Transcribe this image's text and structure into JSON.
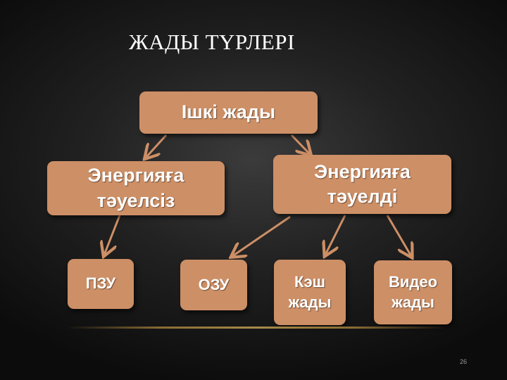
{
  "slide": {
    "title": "ЖАДЫ ТҮРЛЕРІ",
    "page_number": "26"
  },
  "diagram": {
    "nodes": {
      "root": {
        "label": "Ішкі жады"
      },
      "independent": {
        "line1": "Энергияға",
        "line2": "тәуелсіз"
      },
      "dependent": {
        "line1": "Энергияға",
        "line2": "тәуелді"
      },
      "pzu": {
        "label": "ПЗУ"
      },
      "ozu": {
        "label": "ОЗУ"
      },
      "cache": {
        "line1": "Кэш",
        "line2": "жады"
      },
      "video": {
        "line1": "Видео",
        "line2": "жады"
      }
    },
    "edges": [
      {
        "from": "root",
        "to": "independent"
      },
      {
        "from": "root",
        "to": "dependent"
      },
      {
        "from": "independent",
        "to": "pzu"
      },
      {
        "from": "dependent",
        "to": "ozu"
      },
      {
        "from": "dependent",
        "to": "cache"
      },
      {
        "from": "dependent",
        "to": "video"
      }
    ],
    "colors": {
      "node_fill": "#cd8f66",
      "arrow": "#cd8f66",
      "text": "#ffffff"
    }
  }
}
